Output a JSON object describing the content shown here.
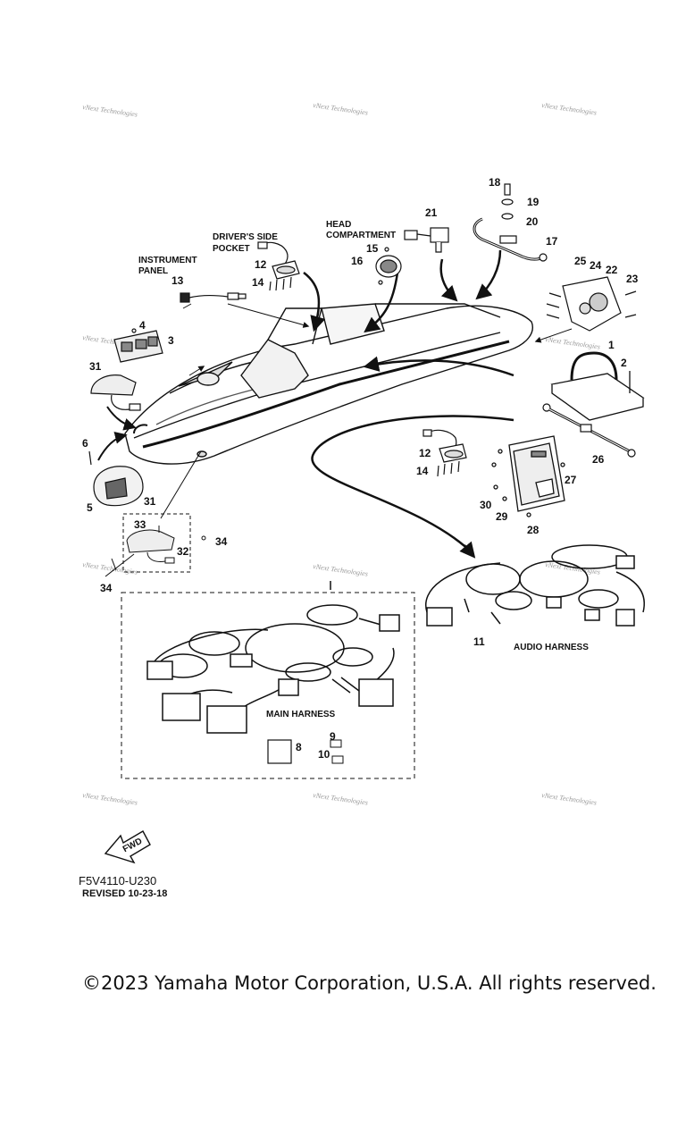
{
  "watermark": "vNext Technologies",
  "labels": {
    "instrument_panel": [
      "INSTRUMENT",
      "PANEL"
    ],
    "drivers_side_pocket": [
      "DRIVER'S SIDE",
      "POCKET"
    ],
    "head_compartment": [
      "HEAD",
      "COMPARTMENT"
    ],
    "audio_harness": "AUDIO HARNESS",
    "main_harness": "MAIN HARNESS",
    "fwd": "FWD"
  },
  "callouts": [
    "1",
    "2",
    "3",
    "4",
    "5",
    "6",
    "8",
    "9",
    "10",
    "11",
    "12",
    "12",
    "13",
    "14",
    "14",
    "15",
    "16",
    "17",
    "18",
    "19",
    "20",
    "21",
    "22",
    "23",
    "24",
    "25",
    "26",
    "27",
    "28",
    "29",
    "30",
    "31",
    "31",
    "32",
    "33",
    "34",
    "34"
  ],
  "footer": {
    "part_code": "F5V4110-U230",
    "revised": "REVISED 10-23-18",
    "copyright": "©2023 Yamaha Motor Corporation, U.S.A. All rights reserved."
  }
}
